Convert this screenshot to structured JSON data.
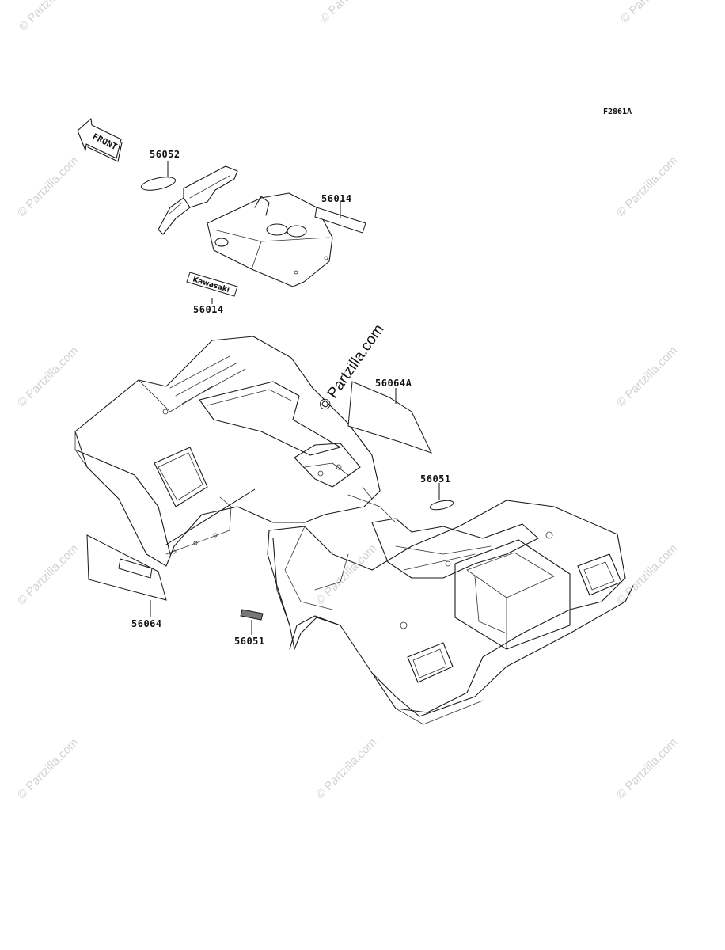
{
  "figure": {
    "code": "F2861A",
    "direction_label": "FRONT",
    "watermark": "© Partzilla.com"
  },
  "callouts": [
    {
      "id": "56052",
      "label": "56052"
    },
    {
      "id": "56014-a",
      "label": "56014"
    },
    {
      "id": "56014-b",
      "label": "56014"
    },
    {
      "id": "56064A",
      "label": "56064A"
    },
    {
      "id": "56051-a",
      "label": "56051"
    },
    {
      "id": "56064",
      "label": "56064"
    },
    {
      "id": "56051-b",
      "label": "56051"
    }
  ],
  "decals": {
    "brand_text": "Kawasaki"
  },
  "colors": {
    "line": "#1a1a1a",
    "watermark": "#d2d2d2",
    "background": "#ffffff"
  }
}
